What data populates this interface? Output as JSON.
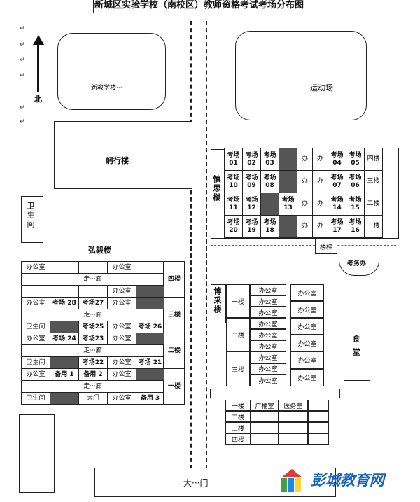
{
  "title": "新城区实验学校（南校区）教师资格考试考场分布图",
  "north": "北",
  "buildings": {
    "new_teaching": "新教学楼···",
    "sports_field": "运动场",
    "shexing": "躬行楼",
    "toilet": "卫生间",
    "hongyi": "弘毅楼",
    "shensi": "慎思楼",
    "bocai": "博采楼",
    "canteen": "食堂",
    "kaowu": "考务办",
    "stairs": "楼梯",
    "gate": "大···门"
  },
  "hongyi_rows": [
    [
      "办公室",
      "",
      "",
      "办公室",
      ""
    ],
    [
      "走···廊"
    ],
    [
      "",
      "",
      "",
      "办公室",
      ""
    ],
    [
      "办公室",
      "考场 28",
      "考场27",
      "办公室",
      ""
    ],
    [
      "走···廊"
    ],
    [
      "卫生间",
      "",
      "考场25",
      "办公室",
      "考场 26"
    ],
    [
      "办公室",
      "考场 24",
      "考场23",
      "办公室",
      ""
    ],
    [
      "走···廊"
    ],
    [
      "卫生间",
      "",
      "考场22",
      "办公室",
      "考场 21"
    ],
    [
      "办公室",
      "备用 1",
      "备用 2",
      "办公室",
      ""
    ],
    [
      "走···廊"
    ],
    [
      "卫生间",
      "",
      "大门",
      "办公室",
      "备用 3"
    ]
  ],
  "hongyi_floors": [
    "四楼",
    "三楼",
    "二楼",
    "一楼"
  ],
  "shensi_rows": [
    [
      "考场\n01",
      "考场\n02",
      "考场\n03",
      "",
      "办",
      "办",
      "考场\n04",
      "考场\n05",
      "四楼"
    ],
    [
      "考场\n10",
      "考场\n09",
      "考场\n08",
      "",
      "办",
      "办",
      "考场\n07",
      "考场\n06",
      "三楼"
    ],
    [
      "考场\n11",
      "考场\n12",
      "",
      "考场\n13",
      "办",
      "办",
      "考场\n14",
      "考场\n15",
      "二楼"
    ],
    [
      "考场\n20",
      "考场\n19",
      "考场\n18",
      "",
      "办",
      "办",
      "考场\n17",
      "考场\n16",
      "一楼"
    ]
  ],
  "bocai_floors": [
    "一楼",
    "二楼",
    "三楼"
  ],
  "bocai_office": "办公室",
  "bottom_floors": [
    "一楼",
    "二楼",
    "三楼",
    "四楼"
  ],
  "bottom_labels": {
    "radio": "广播室",
    "medical": "医务室"
  },
  "watermark": "彭城教育网"
}
